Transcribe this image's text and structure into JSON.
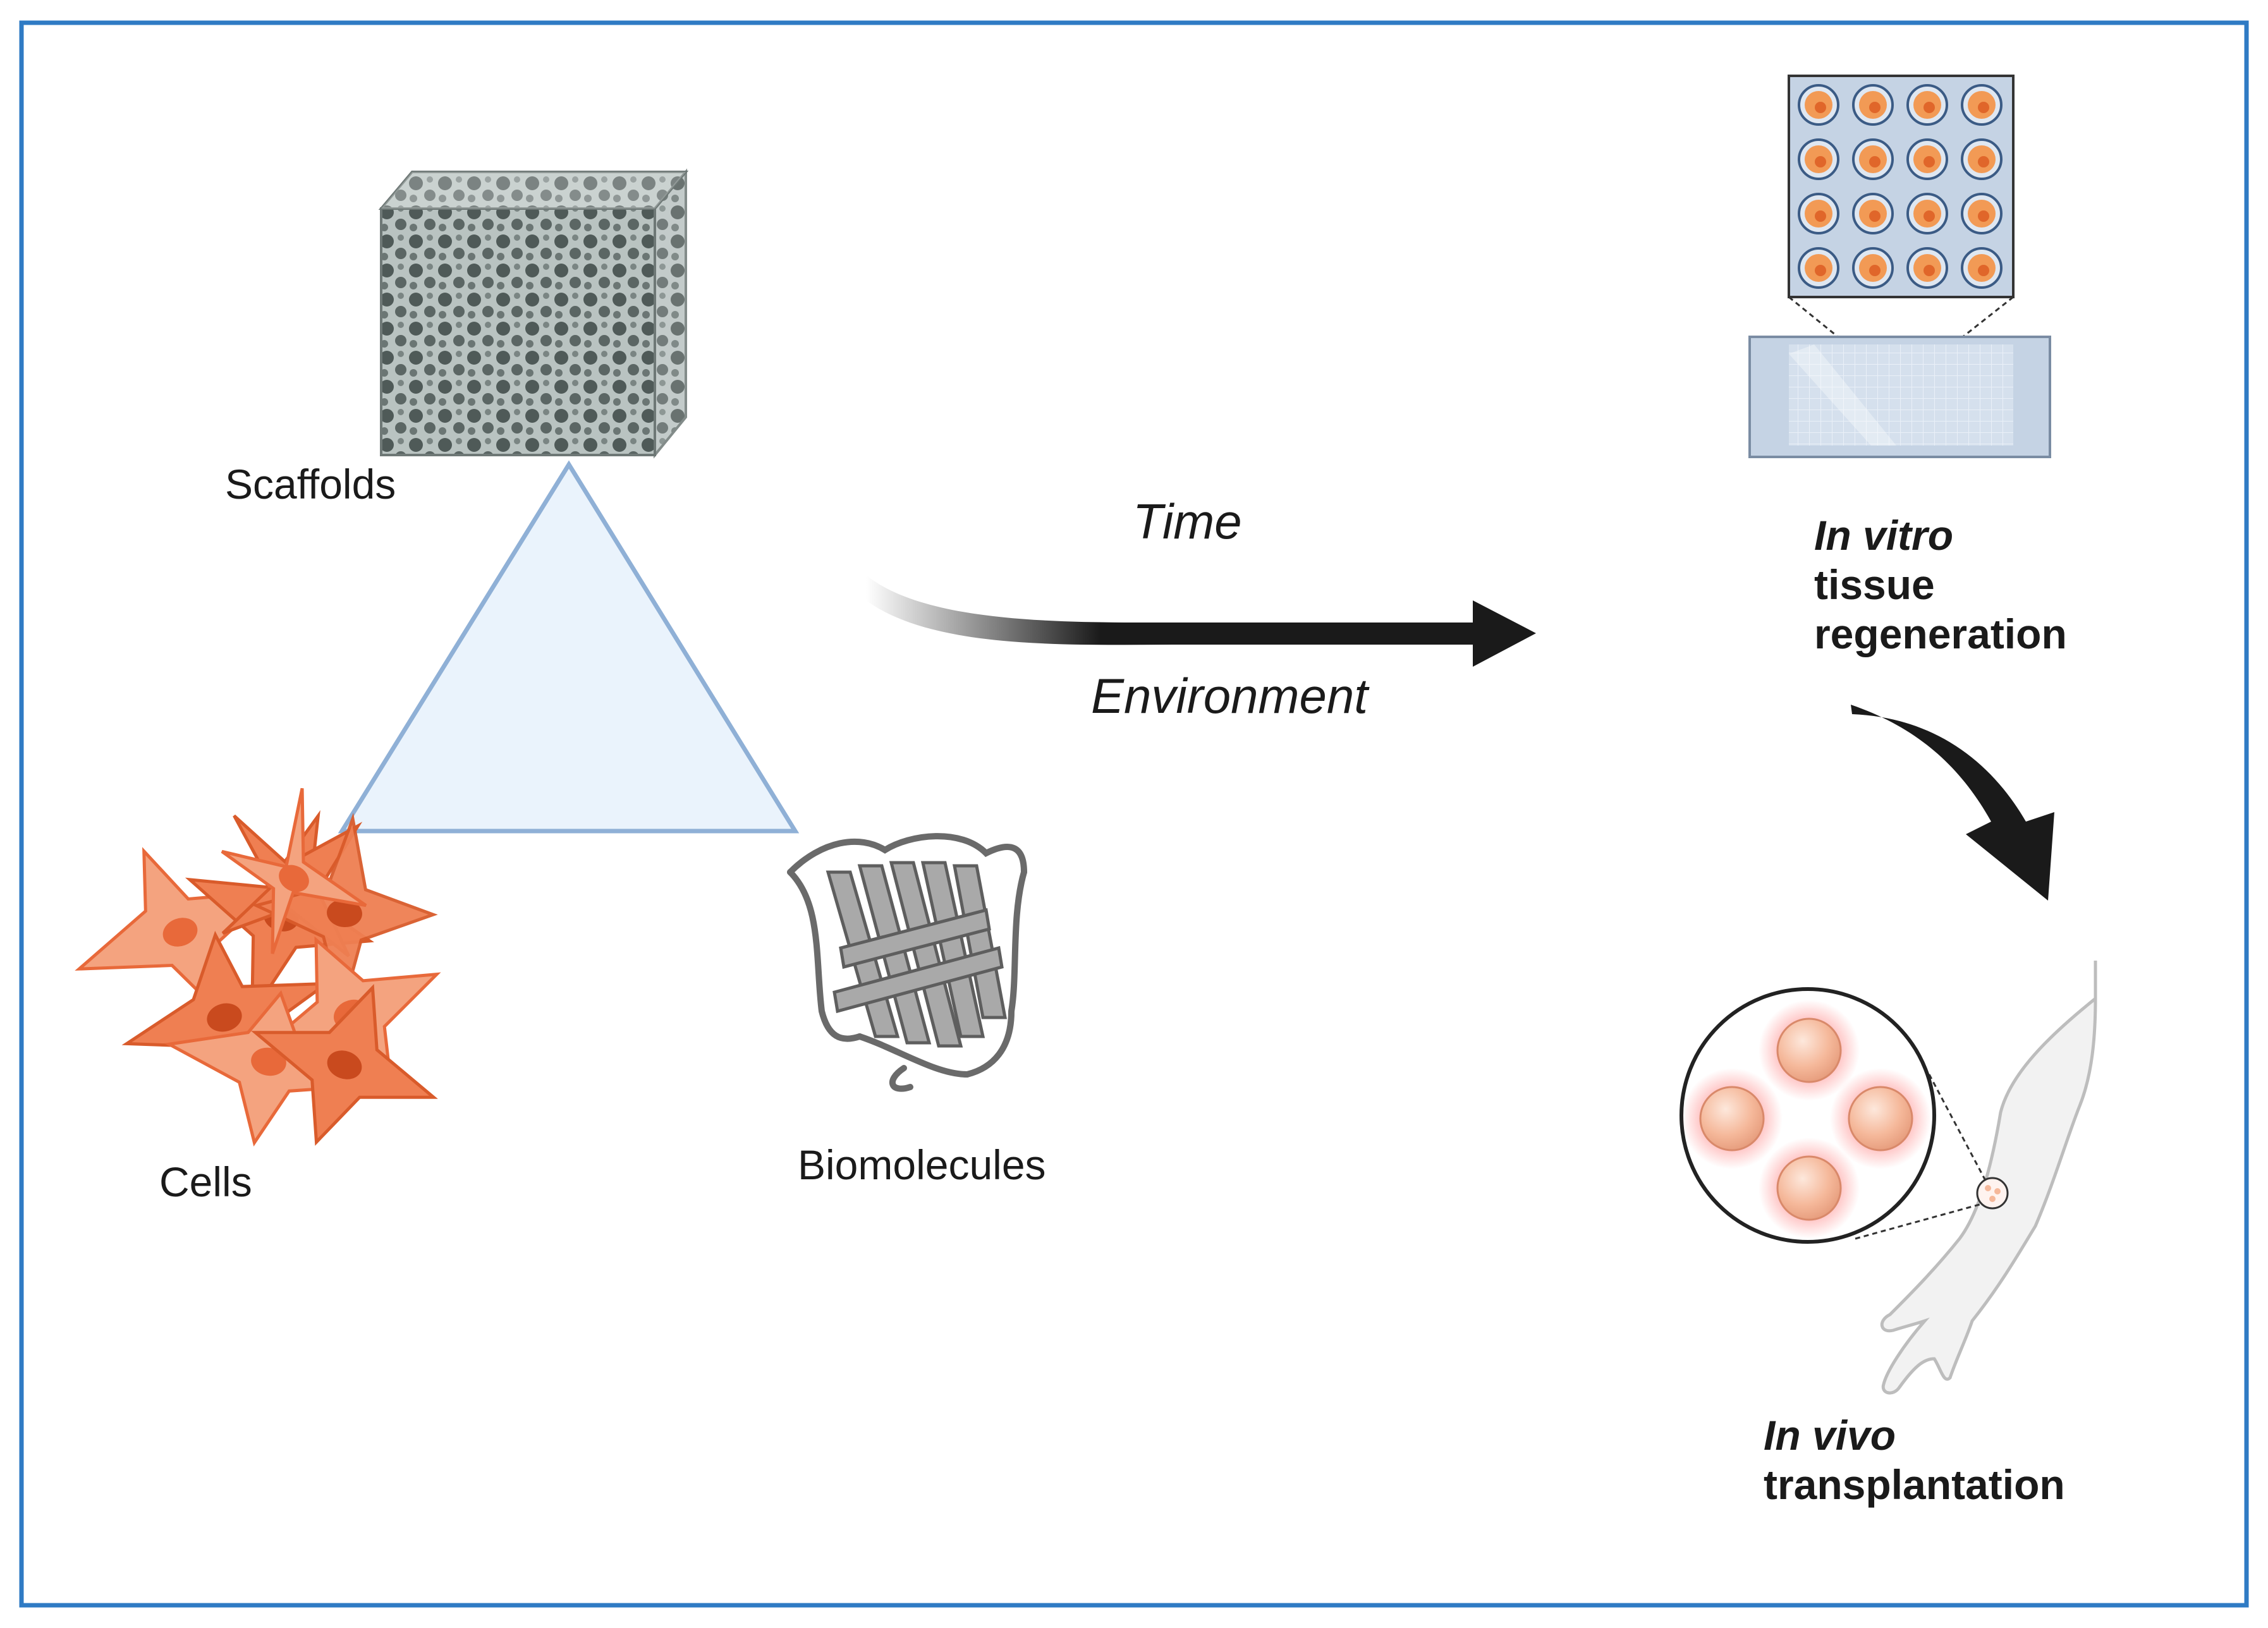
{
  "labels": {
    "scaffolds": "Scaffolds",
    "cells": "Cells",
    "biomolecules": "Biomolecules",
    "time": "Time",
    "environment": "Environment",
    "in_vitro_italic": "In vitro",
    "in_vitro_line2": "tissue",
    "in_vitro_line3": "regeneration",
    "in_vivo_italic": "In vivo",
    "in_vivo_line2": "transplantation"
  },
  "colors": {
    "border": "#2f7bc4",
    "triangle_fill": "#eaf3fc",
    "triangle_stroke": "#8fb0d6",
    "cell_dark": "#e8693a",
    "cell_light": "#f4a37f",
    "well_orange": "#f29a55",
    "arrow": "#1a1a1a"
  },
  "icons": {
    "scaffold": "porous-scaffold-cube-icon",
    "cells": "cell-cluster-icon",
    "biomolecule": "protein-structure-icon",
    "well_plate": "well-plate-icon",
    "arm": "arm-implant-icon"
  }
}
